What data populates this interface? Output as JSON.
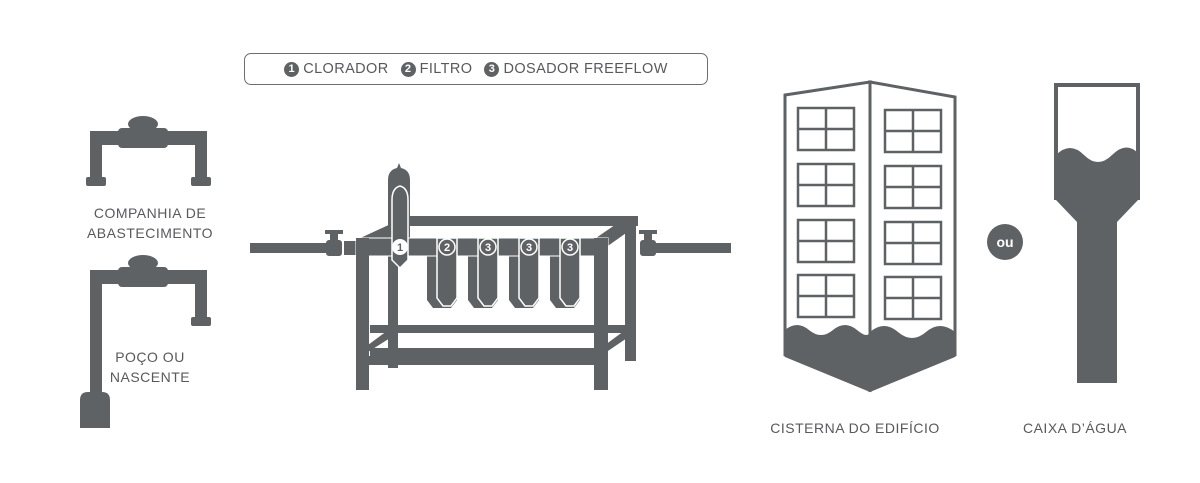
{
  "legend": [
    {
      "num": "1",
      "label": "CLORADOR"
    },
    {
      "num": "2",
      "label": "FILTRO"
    },
    {
      "num": "3",
      "label": "DOSADOR FREEFLOW"
    }
  ],
  "sources": {
    "supply_line1": "COMPANHIA DE",
    "supply_line2": "ABASTECIMENTO",
    "well_line1": "POÇO OU",
    "well_line2": "NASCENTE"
  },
  "filter_numbers": [
    "1",
    "2",
    "3",
    "3",
    "3"
  ],
  "or_label": "ou",
  "destinations": {
    "cistern": "CISTERNA DO EDIFÍCIO",
    "tank": "CAIXA D’ÁGUA"
  },
  "colors": {
    "gray": "#5f6264",
    "text": "#58595b"
  }
}
